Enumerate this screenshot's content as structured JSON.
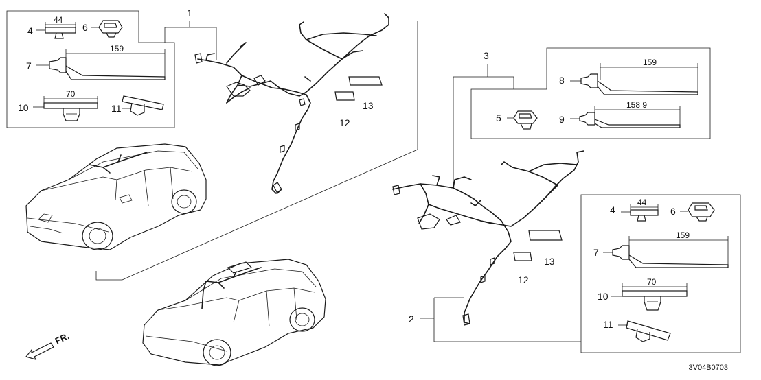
{
  "diagram_code": "3V04B0703",
  "front_marker": "FR.",
  "callouts": {
    "c1": "1",
    "c2": "2",
    "c3": "3",
    "a4": "4",
    "a6": "6",
    "a7": "7",
    "a10": "10",
    "a11": "11",
    "a12": "12",
    "a13": "13",
    "b8": "8",
    "b5": "5",
    "b9": "9",
    "c4": "4",
    "c6": "6",
    "c7": "7",
    "c10": "10",
    "c11": "11",
    "c12": "12",
    "c13": "13"
  },
  "dimensions": {
    "d44a": "44",
    "d159a": "159",
    "d70a": "70",
    "d159b": "159",
    "d1589": "158 9",
    "d44c": "44",
    "d159c": "159",
    "d70c": "70"
  }
}
